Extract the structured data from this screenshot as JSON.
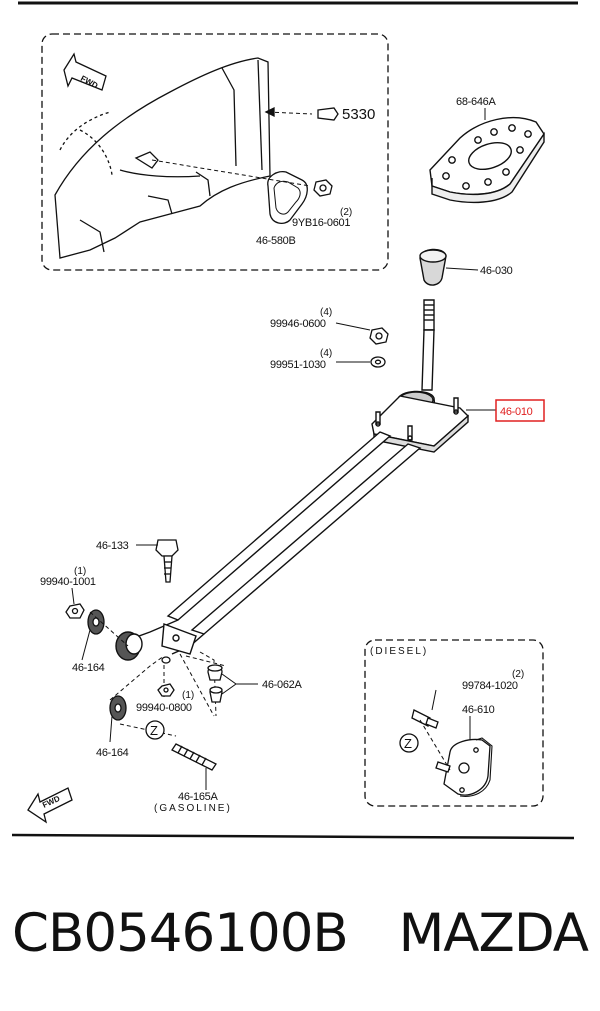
{
  "labels": {
    "p5330": "5330",
    "p68646a": "68-646A",
    "p9yb16qty": "(2)",
    "p9yb16": "9YB16-0601",
    "p46580b": "46-580B",
    "p46030": "46-030",
    "p99946qty": "(4)",
    "p99946": "99946-0600",
    "p99951qty": "(4)",
    "p99951": "99951-1030",
    "p46010": "46-010",
    "p46133": "46-133",
    "p99940aqty": "(1)",
    "p99940a": "99940-1001",
    "p46164a": "46-164",
    "p46062a": "46-062A",
    "p99940bqty": "(1)",
    "p99940b": "99940-0800",
    "p46164b": "46-164",
    "p46165a": "46-165A",
    "gasoline": "(GASOLINE)",
    "diesel": "(DIESEL)",
    "p99784qty": "(2)",
    "p99784": "99784-1020",
    "p46610": "46-610",
    "z1": "Z",
    "z2": "Z",
    "fwd1": "FWD",
    "fwd2": "FWD"
  },
  "highlight_color": "#e02020",
  "footer": {
    "part_number": "CB0546100B",
    "brand": "MAZDA"
  }
}
